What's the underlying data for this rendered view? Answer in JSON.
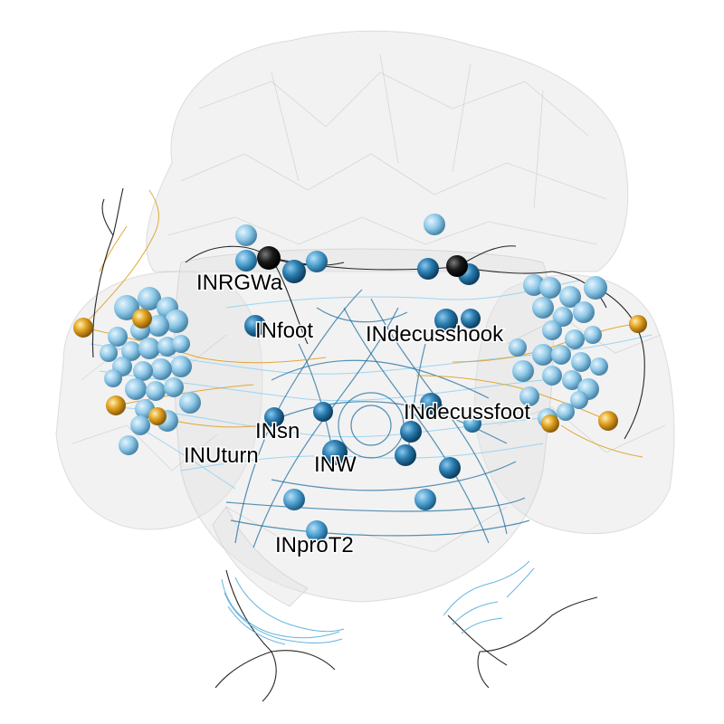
{
  "figure": {
    "cell_type_labels": [
      "INRGWa",
      "INfoot",
      "INdecusshook",
      "INdecussfoot",
      "INsn",
      "INUturn",
      "INW",
      "INproT2"
    ]
  },
  "colors": {
    "background": "#ffffff",
    "tissue_mesh": "#d8d8d8",
    "neuron_light_blue": "#8ec8e8",
    "neuron_mid_blue": "#4a9fd0",
    "neuron_dark_blue": "#1f6fa0",
    "neuron_black": "#111111",
    "neuron_gold": "#e0a020"
  }
}
